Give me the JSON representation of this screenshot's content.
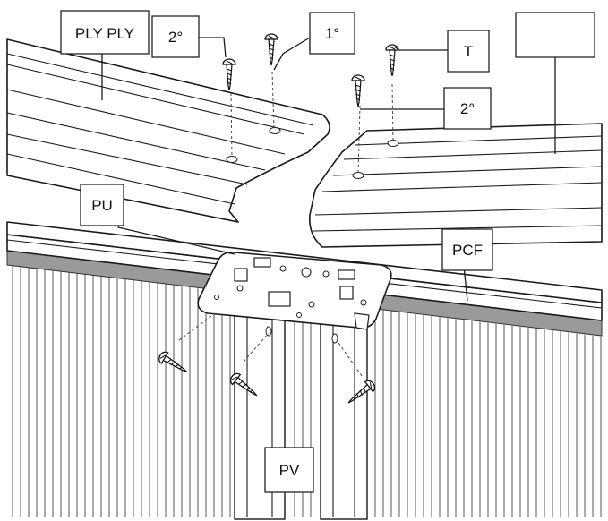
{
  "labels": {
    "ply": "PLY PLY",
    "second_top": "2°",
    "first": "1°",
    "t": "T",
    "blank": "",
    "second_right": "2°",
    "pu": "PU",
    "pcf": "PCF",
    "pv": "PV"
  }
}
